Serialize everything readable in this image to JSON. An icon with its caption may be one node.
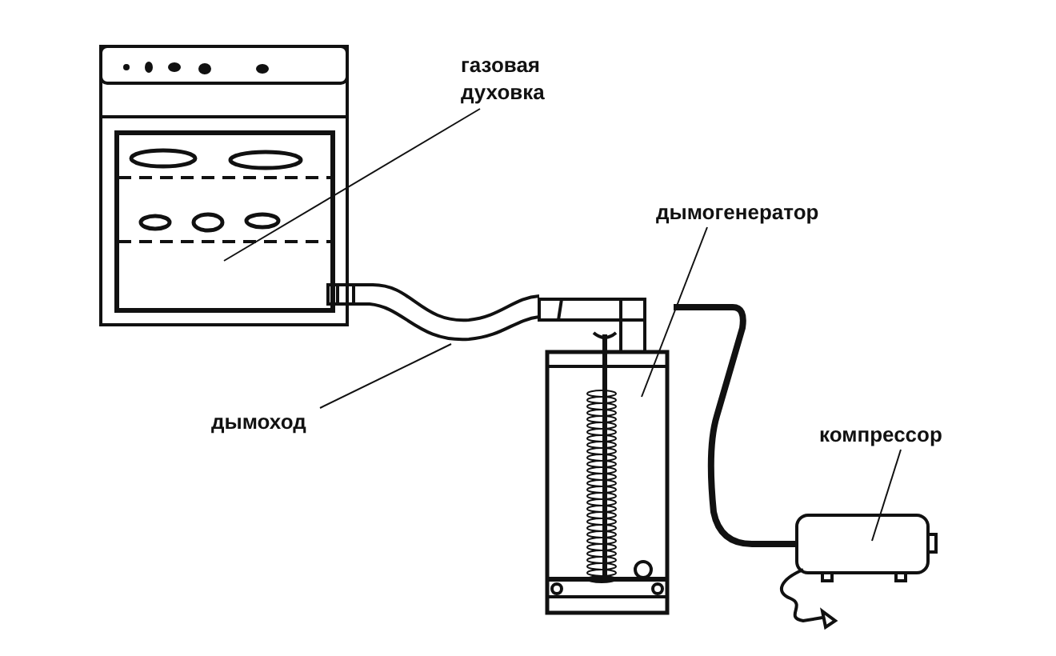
{
  "diagram": {
    "nodes": [
      {
        "text": [
          "газовая духовка"
        ]
      },
      {
        "text": [],
        "shape": "picture"
      },
      {
        "text": [
          "дымоход"
        ]
      },
      {
        "text": [],
        "shape": "picture"
      },
      {
        "text": [
          "дымогенератор"
        ]
      },
      {
        "text": [],
        "shape": "picture"
      },
      {
        "text": [
          "компрессор"
        ]
      },
      {
        "text": [],
        "shape": "picture"
      }
    ],
    "edges": [
      {
        "from": 0,
        "to": 1,
        "arrow": "none"
      },
      {
        "from": 2,
        "to": 3,
        "arrow": "none"
      },
      {
        "from": 4,
        "to": 5,
        "arrow": "none"
      },
      {
        "from": 6,
        "to": 7,
        "arrow": "none"
      },
      {
        "from": 5,
        "to": 7,
        "arrow": "none",
        "style": "thick"
      }
    ]
  }
}
